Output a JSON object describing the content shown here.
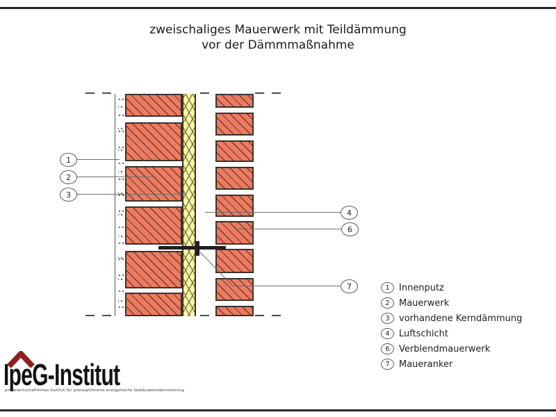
{
  "title": {
    "line1": "zweischaliges Mauerwerk mit Teildämmung",
    "line2": "vor der Dämmmaßnahme"
  },
  "callouts": [
    {
      "num": "1"
    },
    {
      "num": "2"
    },
    {
      "num": "3"
    },
    {
      "num": "4"
    },
    {
      "num": "6"
    },
    {
      "num": "7"
    }
  ],
  "legend": {
    "items": [
      {
        "num": "1",
        "label": "Innenputz"
      },
      {
        "num": "2",
        "label": "Mauerwerk"
      },
      {
        "num": "3",
        "label": "vorhandene Kerndämmung"
      },
      {
        "num": "4",
        "label": "Luftschicht"
      },
      {
        "num": "6",
        "label": "Verblendmauerwerk"
      },
      {
        "num": "7",
        "label": "Maueranker"
      }
    ]
  },
  "logo": {
    "name": "IpeG-Institut",
    "tagline": "privatwirtschaftliches Institut für preisoptimierte energetische Gebäudemodernisierung"
  },
  "colors": {
    "brick": "#ee7b60",
    "insulation": "#f8f5a3",
    "outline": "#39332d",
    "roof_red": "#8e1f1f",
    "leader": "#6e6e6e"
  }
}
